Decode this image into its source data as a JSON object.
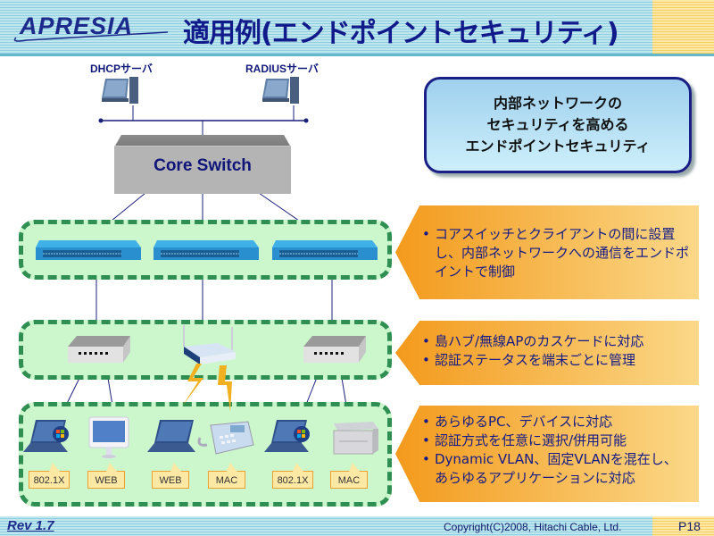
{
  "header": {
    "logo_text": "APRESIA",
    "title": "適用例(エンドポイントセキュリティ)"
  },
  "servers": [
    {
      "label": "DHCPサーバ",
      "icon": "desktop-pc-icon"
    },
    {
      "label": "RADIUSサーバ",
      "icon": "desktop-pc-icon"
    }
  ],
  "core_switch": {
    "label": "Core Switch"
  },
  "callout": {
    "lines": [
      "内部ネットワークの",
      "セキュリティを高める",
      "エンドポイントセキュリティ"
    ]
  },
  "tiers": [
    {
      "name": "edge-switches",
      "devices": [
        "l2-switch-icon",
        "l2-switch-icon",
        "l2-switch-icon"
      ],
      "bullets": [
        "コアスイッチとクライアントの間に設置し、内部ネットワークへの通信をエンドポイントで制御"
      ]
    },
    {
      "name": "hubs-ap",
      "devices": [
        "hub-icon",
        "wireless-ap-icon",
        "hub-icon"
      ],
      "bullets": [
        "島ハブ/無線APのカスケードに対応",
        "認証ステータスを端末ごとに管理"
      ]
    },
    {
      "name": "endpoints",
      "devices": [
        {
          "icon": "windows-laptop-icon",
          "auth": "802.1X"
        },
        {
          "icon": "imac-icon",
          "auth": "WEB"
        },
        {
          "icon": "laptop-icon",
          "auth": "WEB"
        },
        {
          "icon": "ip-phone-icon",
          "auth": "MAC"
        },
        {
          "icon": "windows-laptop-icon",
          "auth": "802.1X"
        },
        {
          "icon": "printer-icon",
          "auth": "MAC"
        }
      ],
      "bullets": [
        "あらゆるPC、デバイスに対応",
        "認証方式を任意に選択/併用可能",
        "Dynamic VLAN、固定VLANを混在し、あらゆるアプリケーションに対応"
      ]
    }
  ],
  "bullet_char": "•",
  "footer": {
    "revision": "Rev 1.7",
    "copyright": "Copyright(C)2008, Hitachi Cable, Ltd.",
    "page": "P18"
  },
  "colors": {
    "title": "#101a8a",
    "zone_border": "#2f8f52",
    "zone_fill": "#ccf7cc",
    "callout_border": "#1a1f86",
    "arrow_start": "#f39a1c",
    "arrow_end": "#fbd888"
  }
}
